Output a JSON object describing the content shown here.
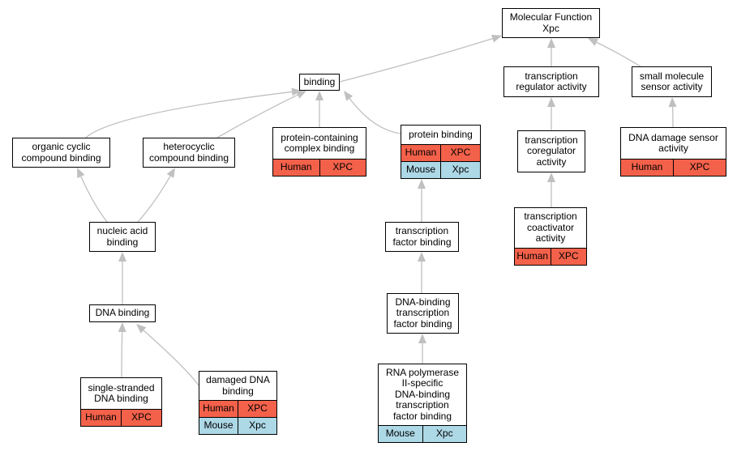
{
  "colors": {
    "human": "#f4614a",
    "mouse": "#add8e6",
    "edge": "#c0c0c0",
    "border": "#000000"
  },
  "nodes": {
    "mf": {
      "label": "Molecular Function\nXpc",
      "annotations": []
    },
    "binding": {
      "label": "binding",
      "annotations": []
    },
    "tra": {
      "label": "transcription\nregulator activity",
      "annotations": []
    },
    "sms": {
      "label": "small molecule\nsensor activity",
      "annotations": []
    },
    "ocb": {
      "label": "organic cyclic\ncompound binding",
      "annotations": []
    },
    "hcb": {
      "label": "heterocyclic\ncompound binding",
      "annotations": []
    },
    "pccb": {
      "label": "protein-containing\ncomplex binding",
      "annotations": [
        {
          "species": "Human",
          "gene": "XPC"
        }
      ]
    },
    "pb": {
      "label": "protein binding",
      "annotations": [
        {
          "species": "Human",
          "gene": "XPC"
        },
        {
          "species": "Mouse",
          "gene": "Xpc"
        }
      ]
    },
    "tca": {
      "label": "transcription\ncoregulator\nactivity",
      "annotations": []
    },
    "ddsa": {
      "label": "DNA damage sensor\nactivity",
      "annotations": [
        {
          "species": "Human",
          "gene": "XPC"
        }
      ]
    },
    "nab": {
      "label": "nucleic acid\nbinding",
      "annotations": []
    },
    "tfb": {
      "label": "transcription\nfactor binding",
      "annotations": []
    },
    "tcoa": {
      "label": "transcription\ncoactivator\nactivity",
      "annotations": [
        {
          "species": "Human",
          "gene": "XPC"
        }
      ]
    },
    "dnab": {
      "label": "DNA binding",
      "annotations": []
    },
    "dbtfb": {
      "label": "DNA-binding\ntranscription\nfactor binding",
      "annotations": []
    },
    "ssdb": {
      "label": "single-stranded\nDNA binding",
      "annotations": [
        {
          "species": "Human",
          "gene": "XPC"
        }
      ]
    },
    "ddb": {
      "label": "damaged DNA\nbinding",
      "annotations": [
        {
          "species": "Human",
          "gene": "XPC"
        },
        {
          "species": "Mouse",
          "gene": "Xpc"
        }
      ]
    },
    "rnap": {
      "label": "RNA polymerase\nII-specific\nDNA-binding\ntranscription\nfactor binding",
      "annotations": [
        {
          "species": "Mouse",
          "gene": "Xpc"
        }
      ]
    }
  },
  "edges": [
    [
      "binding",
      "mf"
    ],
    [
      "tra",
      "mf"
    ],
    [
      "sms",
      "mf"
    ],
    [
      "ocb",
      "binding"
    ],
    [
      "hcb",
      "binding"
    ],
    [
      "pccb",
      "binding"
    ],
    [
      "pb",
      "binding"
    ],
    [
      "tca",
      "tra"
    ],
    [
      "ddsa",
      "sms"
    ],
    [
      "nab",
      "ocb"
    ],
    [
      "nab",
      "hcb"
    ],
    [
      "tfb",
      "pb"
    ],
    [
      "tcoa",
      "tca"
    ],
    [
      "dnab",
      "nab"
    ],
    [
      "dbtfb",
      "tfb"
    ],
    [
      "ssdb",
      "dnab"
    ],
    [
      "ddb",
      "dnab"
    ],
    [
      "rnap",
      "dbtfb"
    ]
  ]
}
